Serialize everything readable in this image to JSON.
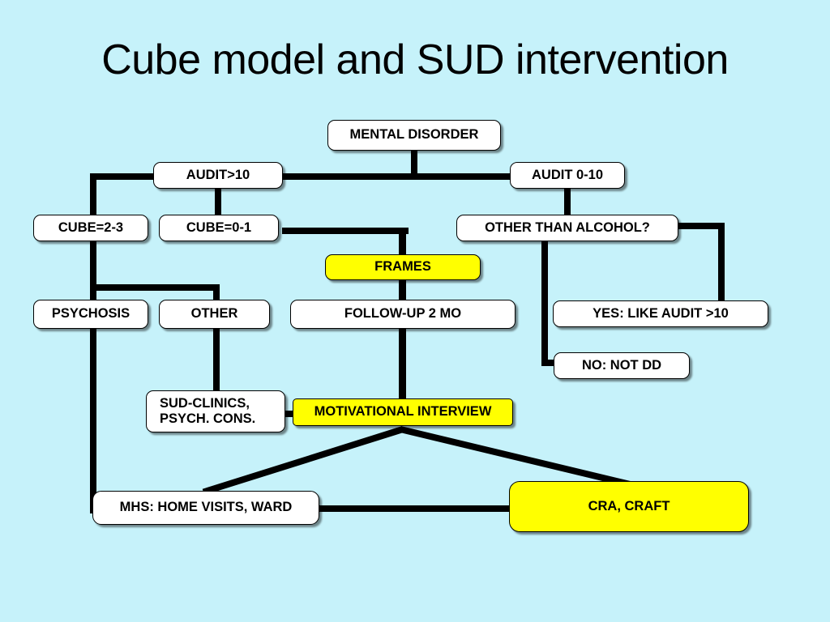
{
  "slide": {
    "title": "Cube model and SUD intervention",
    "background_color": "#c6f2fa",
    "accent_color": "#ffff00",
    "node_color": "#ffffff",
    "line_color": "#000000"
  },
  "nodes": {
    "mental_disorder": "MENTAL DISORDER",
    "audit_gt10": "AUDIT>10",
    "audit_0_10": "AUDIT 0-10",
    "cube_2_3": "CUBE=2-3",
    "cube_0_1": "CUBE=0-1",
    "other_than_alcohol": "OTHER THAN ALCOHOL?",
    "frames": "FRAMES",
    "psychosis": "PSYCHOSIS",
    "other": "OTHER",
    "follow_up": "FOLLOW-UP 2 MO",
    "yes_like_audit": "YES: LIKE AUDIT >10",
    "no_not_dd": "NO: NOT DD",
    "sud_clinics": "SUD-CLINICS,\nPSYCH. CONS.",
    "motivational_interview": "MOTIVATIONAL INTERVIEW",
    "mhs_home_visits": "MHS: HOME VISITS, WARD",
    "cra_craft": "CRA, CRAFT"
  },
  "chart_data": {
    "type": "diagram",
    "title": "Cube model and SUD intervention",
    "diagram_kind": "flowchart",
    "node_list": [
      {
        "id": "mental_disorder",
        "label": "MENTAL DISORDER",
        "fill": "#ffffff"
      },
      {
        "id": "audit_gt10",
        "label": "AUDIT>10",
        "fill": "#ffffff"
      },
      {
        "id": "audit_0_10",
        "label": "AUDIT 0-10",
        "fill": "#ffffff"
      },
      {
        "id": "cube_2_3",
        "label": "CUBE=2-3",
        "fill": "#ffffff"
      },
      {
        "id": "cube_0_1",
        "label": "CUBE=0-1",
        "fill": "#ffffff"
      },
      {
        "id": "other_than_alcohol",
        "label": "OTHER THAN ALCOHOL?",
        "fill": "#ffffff"
      },
      {
        "id": "frames",
        "label": "FRAMES",
        "fill": "#ffff00"
      },
      {
        "id": "psychosis",
        "label": "PSYCHOSIS",
        "fill": "#ffffff"
      },
      {
        "id": "other",
        "label": "OTHER",
        "fill": "#ffffff"
      },
      {
        "id": "follow_up",
        "label": "FOLLOW-UP 2 MO",
        "fill": "#ffffff"
      },
      {
        "id": "yes_like_audit",
        "label": "YES: LIKE AUDIT >10",
        "fill": "#ffffff"
      },
      {
        "id": "no_not_dd",
        "label": "NO: NOT DD",
        "fill": "#ffffff"
      },
      {
        "id": "sud_clinics",
        "label": "SUD-CLINICS, PSYCH. CONS.",
        "fill": "#ffffff"
      },
      {
        "id": "motivational_interview",
        "label": "MOTIVATIONAL INTERVIEW",
        "fill": "#ffff00"
      },
      {
        "id": "mhs_home_visits",
        "label": "MHS: HOME VISITS, WARD",
        "fill": "#ffffff"
      },
      {
        "id": "cra_craft",
        "label": "CRA, CRAFT",
        "fill": "#ffff00"
      }
    ],
    "edges": [
      {
        "from": "mental_disorder",
        "to": "audit_gt10"
      },
      {
        "from": "mental_disorder",
        "to": "audit_0_10"
      },
      {
        "from": "audit_gt10",
        "to": "cube_2_3"
      },
      {
        "from": "audit_gt10",
        "to": "cube_0_1"
      },
      {
        "from": "audit_0_10",
        "to": "other_than_alcohol"
      },
      {
        "from": "cube_0_1",
        "to": "frames"
      },
      {
        "from": "cube_2_3",
        "to": "psychosis"
      },
      {
        "from": "cube_2_3",
        "to": "other"
      },
      {
        "from": "frames",
        "to": "follow_up"
      },
      {
        "from": "other_than_alcohol",
        "to": "yes_like_audit"
      },
      {
        "from": "other_than_alcohol",
        "to": "no_not_dd"
      },
      {
        "from": "other",
        "to": "sud_clinics"
      },
      {
        "from": "follow_up",
        "to": "motivational_interview"
      },
      {
        "from": "sud_clinics",
        "to": "motivational_interview"
      },
      {
        "from": "motivational_interview",
        "to": "mhs_home_visits"
      },
      {
        "from": "motivational_interview",
        "to": "cra_craft"
      },
      {
        "from": "psychosis",
        "to": "mhs_home_visits"
      },
      {
        "from": "mhs_home_visits",
        "to": "cra_craft"
      }
    ]
  }
}
